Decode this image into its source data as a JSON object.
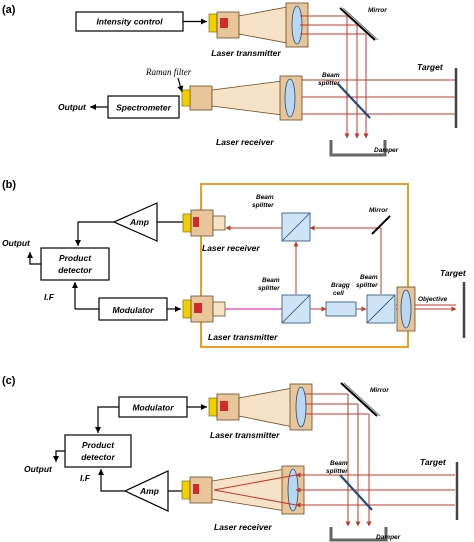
{
  "panels": {
    "a": {
      "label": "(a)",
      "intensity_control": "Intensity control",
      "laser_transmitter": "Laser transmitter",
      "mirror": "Mirror",
      "raman_filter": "Raman filter",
      "beam_splitter_line1": "Beam",
      "beam_splitter_line2": "splitter",
      "target": "Target",
      "output": "Output",
      "spectrometer": "Spectrometer",
      "laser_receiver": "Laser receiver",
      "damper": "Damper"
    },
    "b": {
      "label": "(b)",
      "amp": "Amp",
      "beam_splitter_top_line1": "Beam",
      "beam_splitter_top_line2": "splitter",
      "mirror": "Mirror",
      "output": "Output",
      "product_detector_line1": "Product",
      "product_detector_line2": "detector",
      "laser_receiver": "Laser receiver",
      "target": "Target",
      "bragg_line1": "Bragg",
      "bragg_line2": "cell",
      "beam_splitter_left_line1": "Beam",
      "beam_splitter_left_line2": "splitter",
      "beam_splitter_right_line1": "Beam",
      "beam_splitter_right_line2": "splitter",
      "if": "I.F",
      "modulator": "Modulator",
      "objective": "Objective",
      "laser_transmitter": "Laser transmitter"
    },
    "c": {
      "label": "(c)",
      "modulator": "Modulator",
      "mirror": "Mirror",
      "laser_transmitter": "Laser transmitter",
      "product_detector_line1": "Product",
      "product_detector_line2": "detector",
      "output": "Output",
      "target": "Target",
      "beam_splitter_line1": "Beam",
      "beam_splitter_line2": "splitter",
      "if": "I.F",
      "amp": "Amp",
      "laser_receiver": "Laser receiver",
      "damper": "Damper"
    }
  },
  "colors": {
    "beam": "#c0392b",
    "lens": "#b9d7f2",
    "transmitter_body": "#e8c59a",
    "enclosure": "#e8a020",
    "pcb": "#f0d000"
  }
}
